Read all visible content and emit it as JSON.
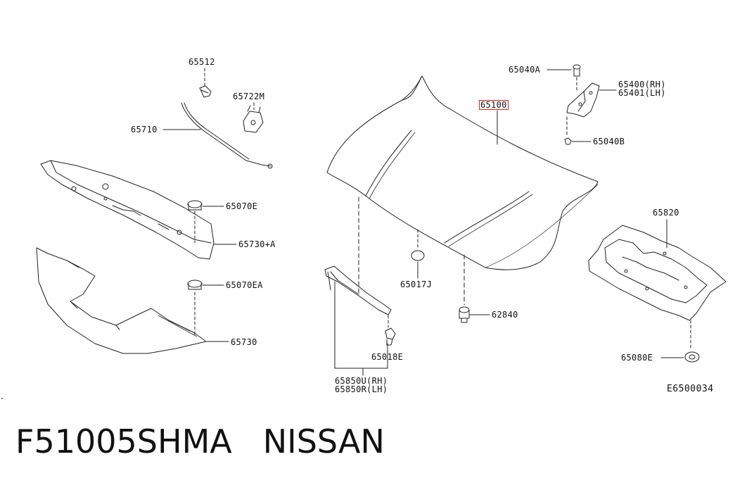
{
  "parts": {
    "p65512": "65512",
    "p65722m": "65722M",
    "p65710": "65710",
    "p65070e": "65070E",
    "p65730a": "65730+A",
    "p65070ea": "65070EA",
    "p65730": "65730",
    "p65040a": "65040A",
    "p65400rh": "65400(RH)",
    "p65401lh": "65401(LH)",
    "p65100": "65100",
    "p65040b": "65040B",
    "p65820": "65820",
    "p65017j": "65017J",
    "p62840": "62840",
    "p65018e": "65018E",
    "p65850u": "65850U(RH)",
    "p65850r": "65850R(LH)",
    "p65080e": "65080E"
  },
  "drawing_code": "E6500034",
  "footer": {
    "part_number": "F51005SHMA",
    "brand": "NISSAN"
  },
  "colors": {
    "line": "#222222",
    "highlight": "#e02020"
  }
}
